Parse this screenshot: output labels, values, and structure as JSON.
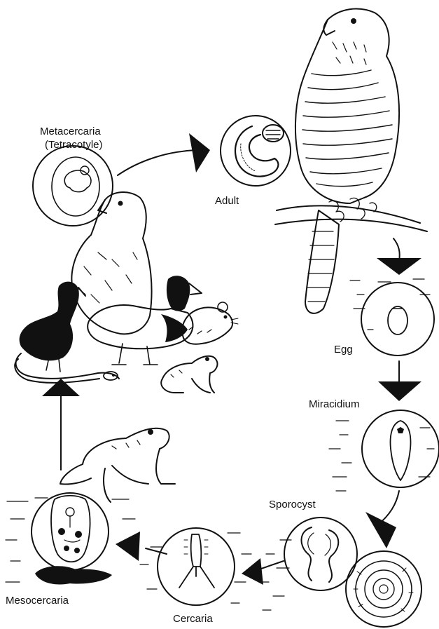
{
  "diagram": {
    "stages": {
      "metacercaria": "Metacercaria",
      "metacercaria_sub": "(Tetracotyle)",
      "adult": "Adult",
      "egg": "Egg",
      "miracidium": "Miracidium",
      "sporocyst": "Sporocyst",
      "cercaria": "Cercaria",
      "mesocercaria": "Mesocercaria"
    },
    "colors": {
      "ink": "#111111",
      "paper": "#ffffff"
    },
    "icons": [
      "hawk-icon",
      "red-tailed-hawk-icon",
      "cormorant-icon",
      "duck-icon",
      "mouse-icon",
      "snake-icon",
      "frog-icon",
      "tadpole-icon",
      "snail-icon"
    ]
  }
}
